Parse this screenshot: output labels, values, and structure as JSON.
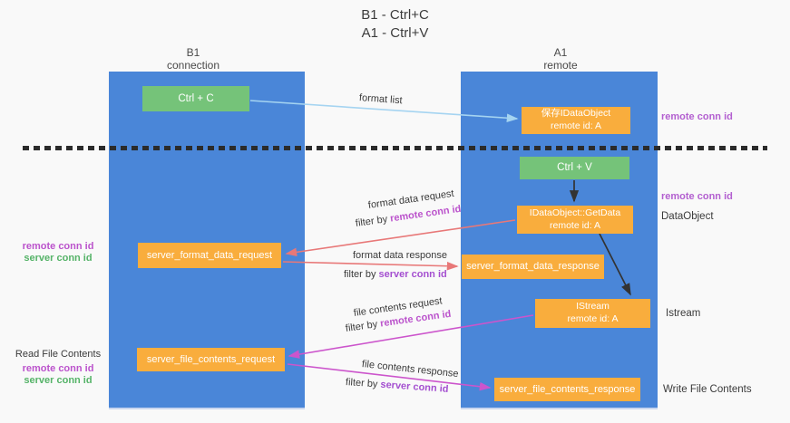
{
  "colors": {
    "column_blue": "#4a86d8",
    "node_green": "#75c379",
    "node_orange": "#f9ad3d",
    "arrow_light_blue": "#a5d4f1",
    "arrow_salmon": "#e87878",
    "arrow_magenta": "#cc55cc",
    "arrow_black": "#333333",
    "remote_conn_id_color": "#bb53cc",
    "server_conn_id_purple": "#a44fd0",
    "server_conn_id_green": "#55b368"
  },
  "title": {
    "line1": "B1 - Ctrl+C",
    "line2": "A1 - Ctrl+V"
  },
  "headers": {
    "left": {
      "line1": "B1",
      "line2": "connection"
    },
    "right": {
      "line1": "A1",
      "line2": "remote"
    }
  },
  "nodes": {
    "ctrl_c": "Ctrl + C",
    "ctrl_v": "Ctrl + V",
    "save_dataobject": {
      "line1": "保存IDataObject",
      "line2": "remote id: A"
    },
    "getdata": {
      "line1": "IDataObject::GetData",
      "line2": "remote id: A"
    },
    "istream": {
      "line1": "IStream",
      "line2": "remote id: A"
    },
    "server_format_data_request": "server_format_data_request",
    "server_format_data_response": "server_format_data_response",
    "server_file_contents_request": "server_file_contents_request",
    "server_file_contents_response": "server_file_contents_response"
  },
  "arrow_labels": {
    "format_list": "format list",
    "format_data_request": "format data request",
    "format_data_response": "format data response",
    "file_contents_request": "file contents request",
    "file_contents_response": "file contents response",
    "filter_by": "filter by",
    "remote_conn_id": "remote conn id",
    "server_conn_id": "server conn id"
  },
  "side_labels": {
    "remote_conn_id_1": "remote conn id",
    "remote_conn_id_2": "remote conn id",
    "dataobject": "DataObject",
    "istream": "Istream",
    "write_file_contents": "Write File Contents",
    "read_file_contents": "Read File Contents",
    "left_remote_conn_id_1": "remote conn id",
    "left_server_conn_id_1": "server conn id",
    "left_remote_conn_id_2": "remote conn id",
    "left_server_conn_id_2": "server conn id"
  }
}
